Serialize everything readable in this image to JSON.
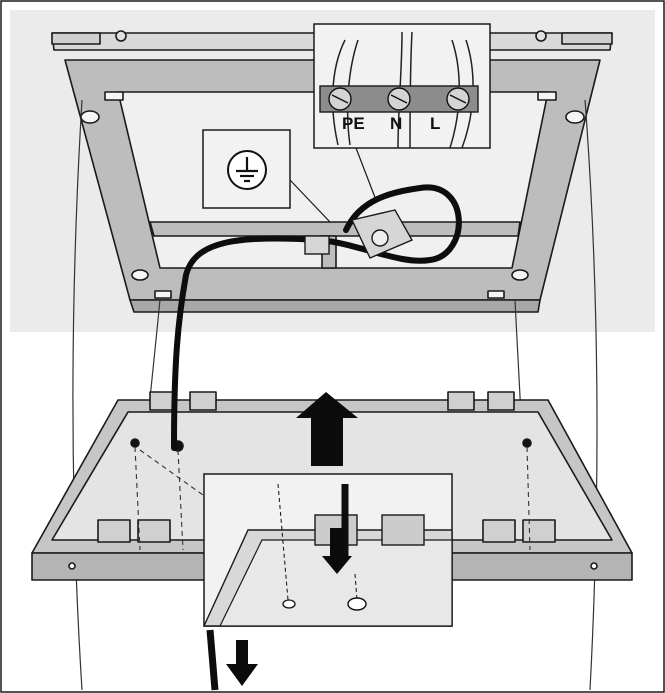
{
  "terminal_labels": {
    "pe": "PE",
    "n": "N",
    "l": "L"
  },
  "icons": {
    "ground": "ground-symbol-icon",
    "lift_arrow": "up-arrow-icon",
    "insert_arrow": "down-arrow-icon",
    "cable_arrow": "down-right-arrow-icon"
  },
  "colors": {
    "background_top": "#ebebeb",
    "frame_fill": "#bfbfbf",
    "tray_fill": "#c6c6c6",
    "stroke": "#1a1a1a",
    "cable": "#0d0d0d"
  }
}
